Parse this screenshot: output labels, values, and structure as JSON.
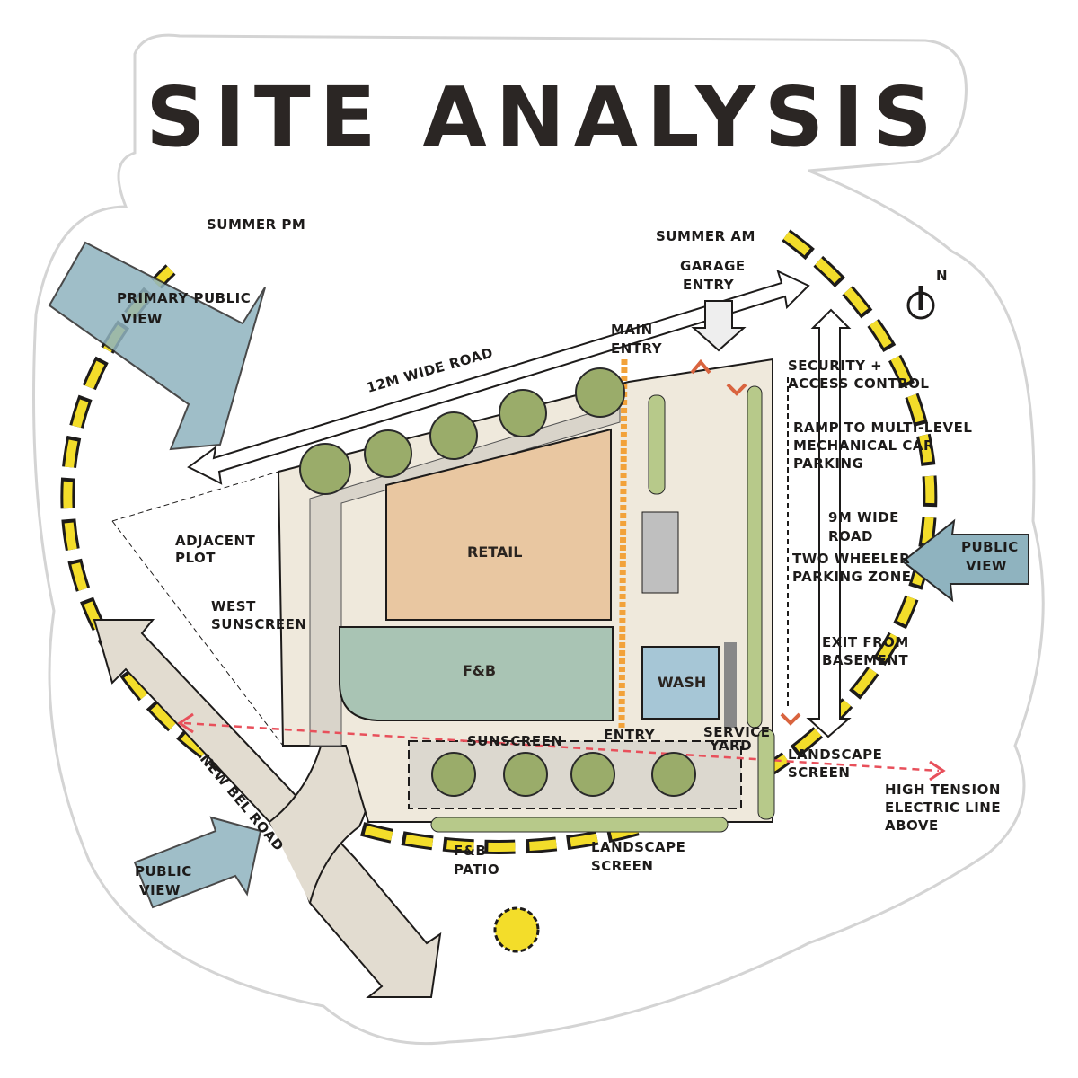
{
  "title": "SITE ANALYSIS",
  "colors": {
    "sun_path": "#f3dd2a",
    "retail": "#e9c7a1",
    "fnb": "#a9c4b4",
    "wash": "#a6c6d6",
    "tree": "#9aac6a",
    "public_view": "#8fb3bf",
    "road": "#e2dcd0",
    "main_entry_line": "#f2a23a",
    "electric_line": "#e8505b",
    "access_marker": "#d9643f"
  },
  "sun": {
    "summer_pm": "SUMMER PM",
    "summer_am": "SUMMER AM"
  },
  "north": "N",
  "views": {
    "primary": [
      "PRIMARY PUBLIC",
      "VIEW"
    ],
    "east": [
      "PUBLIC",
      "VIEW"
    ],
    "southwest": [
      "PUBLIC",
      "VIEW"
    ]
  },
  "roads": {
    "north_road": "12M WIDE ROAD",
    "new_bel_road": "NEW BEL ROAD",
    "east_road": [
      "9M WIDE",
      "ROAD"
    ]
  },
  "entries": {
    "main": [
      "MAIN",
      "ENTRY"
    ],
    "garage": [
      "GARAGE",
      "ENTRY"
    ],
    "entry": "ENTRY",
    "exit": [
      "EXIT FROM",
      "BASEMENT"
    ]
  },
  "annotations": {
    "security": [
      "SECURITY +",
      "ACCESS CONTROL"
    ],
    "ramp": [
      "RAMP TO MULTI-LEVEL",
      "MECHANICAL CAR",
      "PARKING"
    ],
    "two_wheeler": [
      "TWO WHEELER",
      "PARKING ZONE"
    ],
    "adjacent": [
      "ADJACENT",
      "PLOT"
    ],
    "west_sunscreen": [
      "WEST",
      "SUNSCREEN"
    ],
    "sunscreen": "SUNSCREEN",
    "service_yard": [
      "SERVICE",
      "YARD"
    ],
    "landscape_east": [
      "LANDSCAPE",
      "SCREEN"
    ],
    "landscape_south": [
      "LANDSCAPE",
      "SCREEN"
    ],
    "electric": [
      "HIGH TENSION",
      "ELECTRIC LINE",
      "ABOVE"
    ],
    "fnb_patio": [
      "F&B",
      "PATIO"
    ]
  },
  "zones": {
    "retail": "RETAIL",
    "fnb": "F&B",
    "wash": "WASH"
  }
}
